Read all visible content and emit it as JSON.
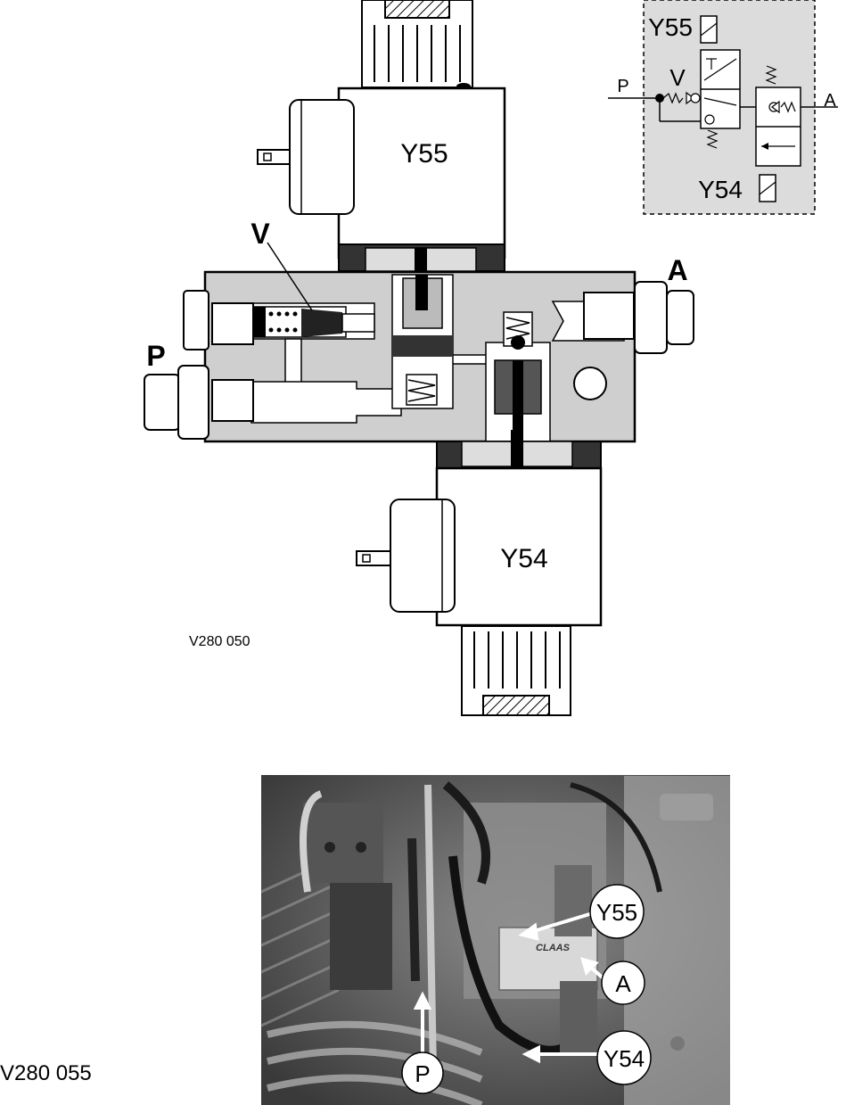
{
  "top_figure": {
    "solenoid_upper": "Y55",
    "solenoid_lower": "Y54",
    "check_valve_label": "V",
    "port_pressure": "P",
    "port_work": "A",
    "code": "V280 050"
  },
  "schematic": {
    "solenoid_upper": "Y55",
    "solenoid_lower": "Y54",
    "check_valve_label": "V",
    "port_pressure": "P",
    "port_work": "A"
  },
  "photo": {
    "callout_y55": "Y55",
    "callout_a": "A",
    "callout_y54": "Y54",
    "callout_p": "P",
    "brand": "CLAAS"
  },
  "bottom_code": "V280 055"
}
